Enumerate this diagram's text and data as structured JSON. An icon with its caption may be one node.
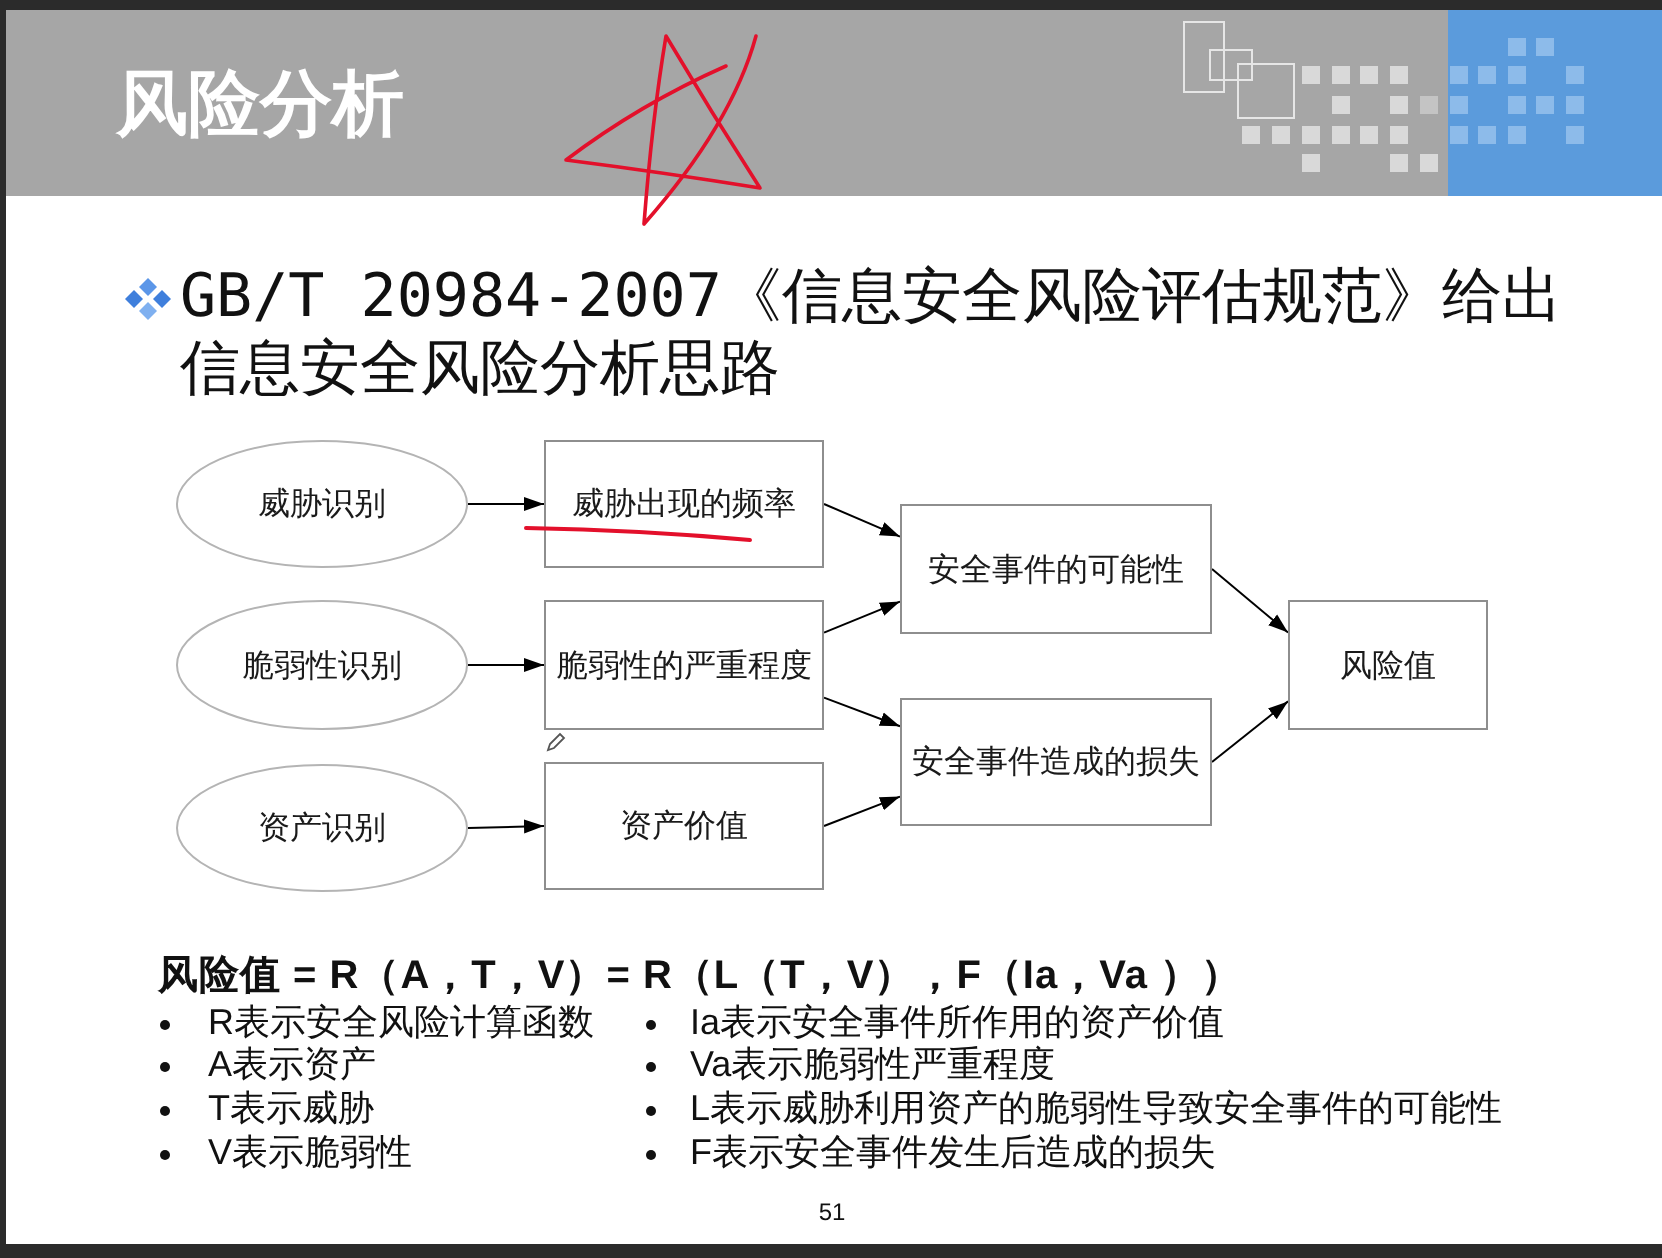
{
  "diagram": {
    "title": "风险分析",
    "nodes": [
      {
        "text": [
          "威胁识别"
        ]
      },
      {
        "text": [
          "脆弱性识别"
        ]
      },
      {
        "text": [
          "资产识别"
        ]
      },
      {
        "text": [
          "威胁出现的频率"
        ]
      },
      {
        "text": [
          "脆弱性的严重程度"
        ]
      },
      {
        "text": [
          "资产价值"
        ]
      },
      {
        "text": [
          "安全事件的可能性"
        ]
      },
      {
        "text": [
          "安全事件造成的损失"
        ]
      },
      {
        "text": [
          "风险值"
        ]
      }
    ],
    "edges": [
      {
        "from": 0,
        "to": 3,
        "arrow": "to"
      },
      {
        "from": 1,
        "to": 4,
        "arrow": "to"
      },
      {
        "from": 2,
        "to": 5,
        "arrow": "to"
      },
      {
        "from": 3,
        "to": 6,
        "arrow": "to"
      },
      {
        "from": 4,
        "to": 6,
        "arrow": "to"
      },
      {
        "from": 4,
        "to": 7,
        "arrow": "to"
      },
      {
        "from": 5,
        "to": 7,
        "arrow": "to"
      },
      {
        "from": 6,
        "to": 8,
        "arrow": "to"
      },
      {
        "from": 7,
        "to": 8,
        "arrow": "to"
      }
    ],
    "labels": [
      "GB/T 20984-2007《信息安全风险评估规范》给出信息安全风险分析思路",
      "风险值 = R（A，T，V）= R（L（T，V），F（Ia，Va ））",
      "R表示安全风险计算函数",
      "A表示资产",
      "T表示威胁",
      "V表示脆弱性",
      "Ia表示安全事件所作用的资产价值",
      "Va表示脆弱性严重程度",
      "L表示威胁利用资产的脆弱性导致安全事件的可能性",
      "F表示安全事件发生后造成的损失",
      "51"
    ]
  }
}
